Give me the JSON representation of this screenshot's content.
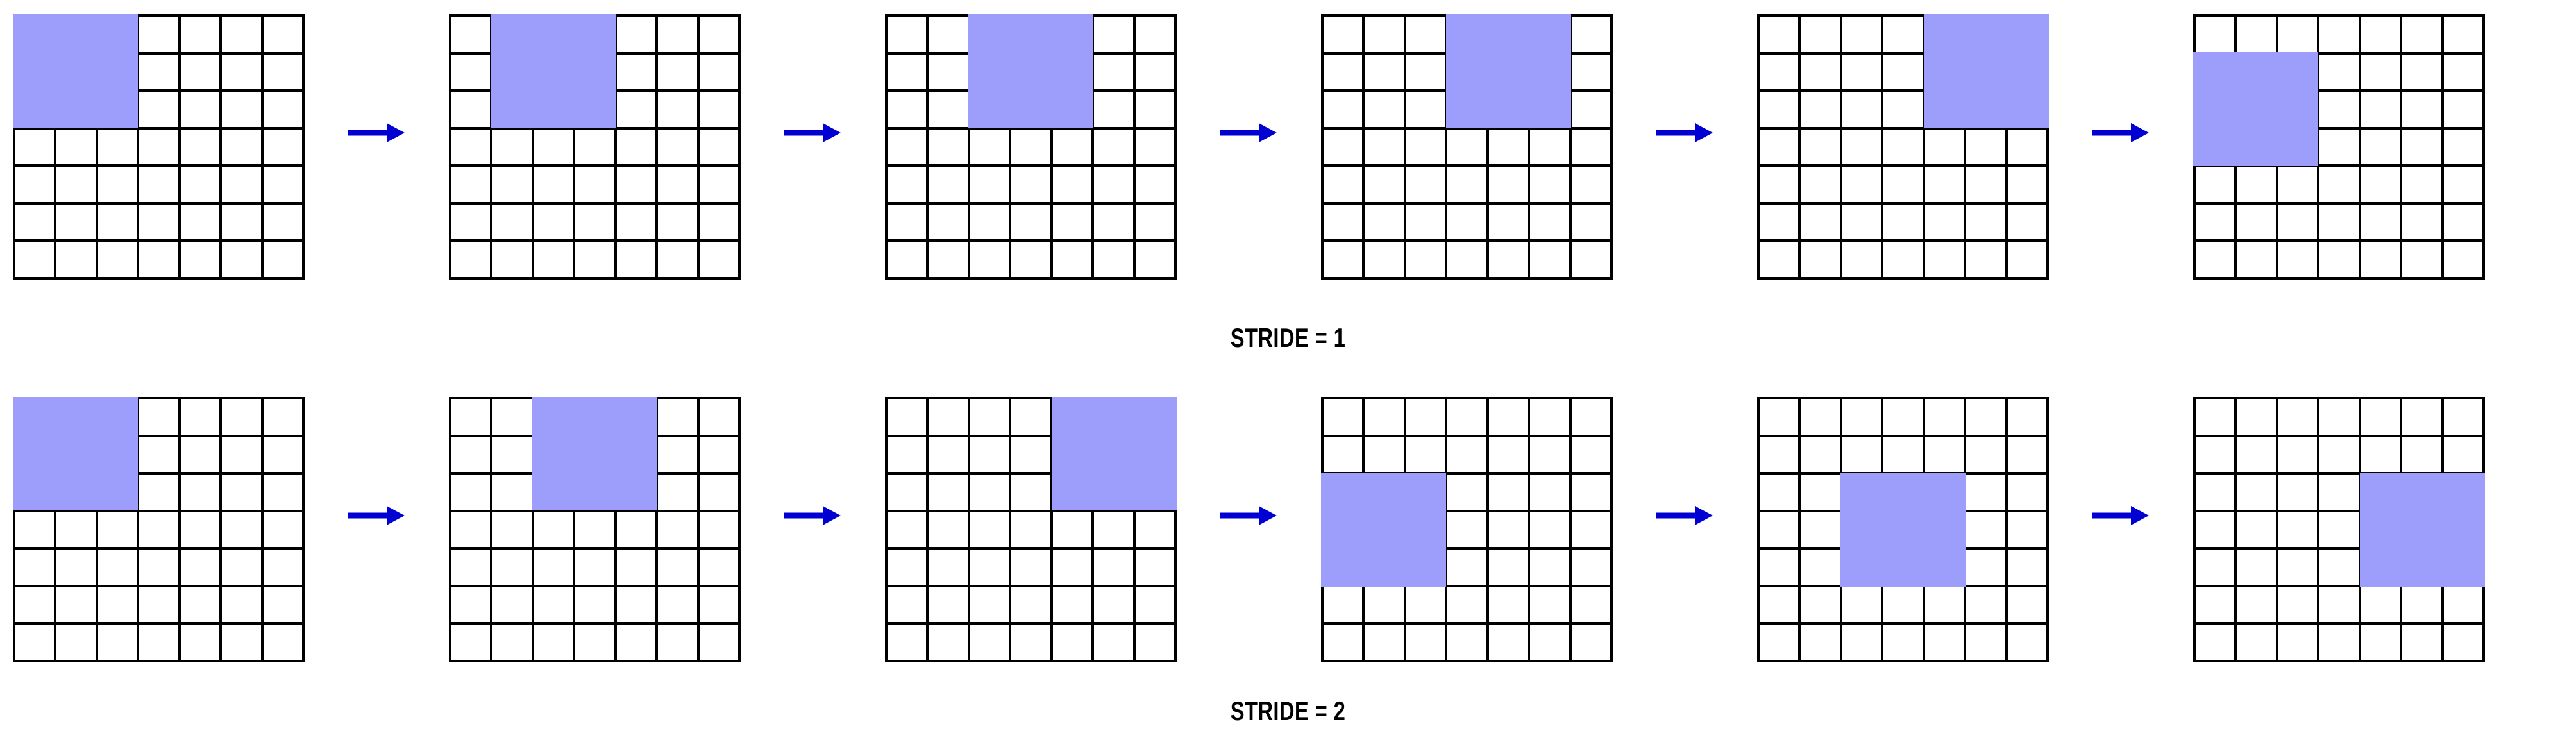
{
  "figure": {
    "title_row_1": "STRIDE = 1",
    "title_row_2": "STRIDE = 2",
    "grid_rows": 7,
    "grid_cols": 7,
    "kernel_rows": 3,
    "kernel_cols": 3,
    "panels_per_row": 6,
    "colors": {
      "highlight": "#9d9dfb",
      "gridline": "#000000",
      "arrow": "#0000d2",
      "background": "#ffffff",
      "caption": "#000000"
    },
    "icons": {
      "arrow": "arrow-right-icon"
    }
  },
  "chart_data": {
    "type": "diagram",
    "title": "Convolution kernel sliding over a 7x7 input for stride 1 and stride 2",
    "grid": {
      "rows": 7,
      "cols": 7
    },
    "kernel": {
      "rows": 3,
      "cols": 3
    },
    "sequences": [
      {
        "name": "STRIDE = 1",
        "stride": 1,
        "label": "STRIDE = 1",
        "steps": [
          {
            "index": 1,
            "row": 0,
            "col": 0
          },
          {
            "index": 2,
            "row": 0,
            "col": 1
          },
          {
            "index": 3,
            "row": 0,
            "col": 2
          },
          {
            "index": 4,
            "row": 0,
            "col": 3
          },
          {
            "index": 5,
            "row": 0,
            "col": 4
          },
          {
            "index": 6,
            "row": 1,
            "col": 0
          }
        ]
      },
      {
        "name": "STRIDE = 2",
        "stride": 2,
        "label": "STRIDE = 2",
        "steps": [
          {
            "index": 1,
            "row": 0,
            "col": 0
          },
          {
            "index": 2,
            "row": 0,
            "col": 2
          },
          {
            "index": 3,
            "row": 0,
            "col": 4
          },
          {
            "index": 4,
            "row": 2,
            "col": 0
          },
          {
            "index": 5,
            "row": 2,
            "col": 2
          },
          {
            "index": 6,
            "row": 2,
            "col": 4
          }
        ]
      }
    ]
  }
}
